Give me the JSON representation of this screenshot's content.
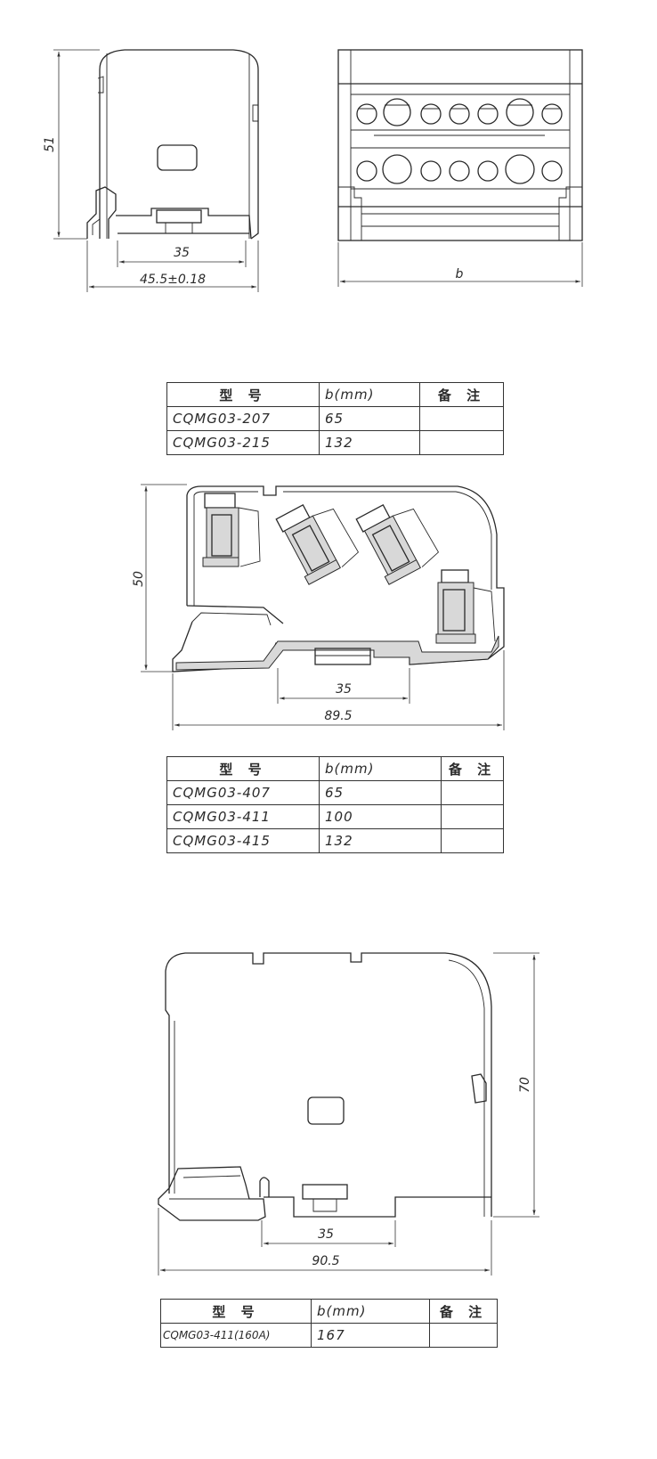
{
  "view1": {
    "height_label": "51",
    "rail_label": "35",
    "width_label": "45.5±0.18",
    "b_label": "b"
  },
  "table1": {
    "headers": [
      "型 号",
      "b(mm)",
      "备 注"
    ],
    "rows": [
      {
        "model": "CQMG03-207",
        "b": "65",
        "note": ""
      },
      {
        "model": "CQMG03-215",
        "b": "132",
        "note": ""
      }
    ]
  },
  "view2": {
    "height_label": "50",
    "rail_label": "35",
    "width_label": "89.5"
  },
  "table2": {
    "headers": [
      "型 号",
      "b(mm)",
      "备 注"
    ],
    "rows": [
      {
        "model": "CQMG03-407",
        "b": "65",
        "note": ""
      },
      {
        "model": "CQMG03-411",
        "b": "100",
        "note": ""
      },
      {
        "model": "CQMG03-415",
        "b": "132",
        "note": ""
      }
    ]
  },
  "view3": {
    "height_label": "70",
    "rail_label": "35",
    "width_label": "90.5"
  },
  "table3": {
    "headers": [
      "型 号",
      "b(mm)",
      "备 注"
    ],
    "rows": [
      {
        "model": "CQMG03-411(160A)",
        "b": "167",
        "note": ""
      }
    ]
  }
}
